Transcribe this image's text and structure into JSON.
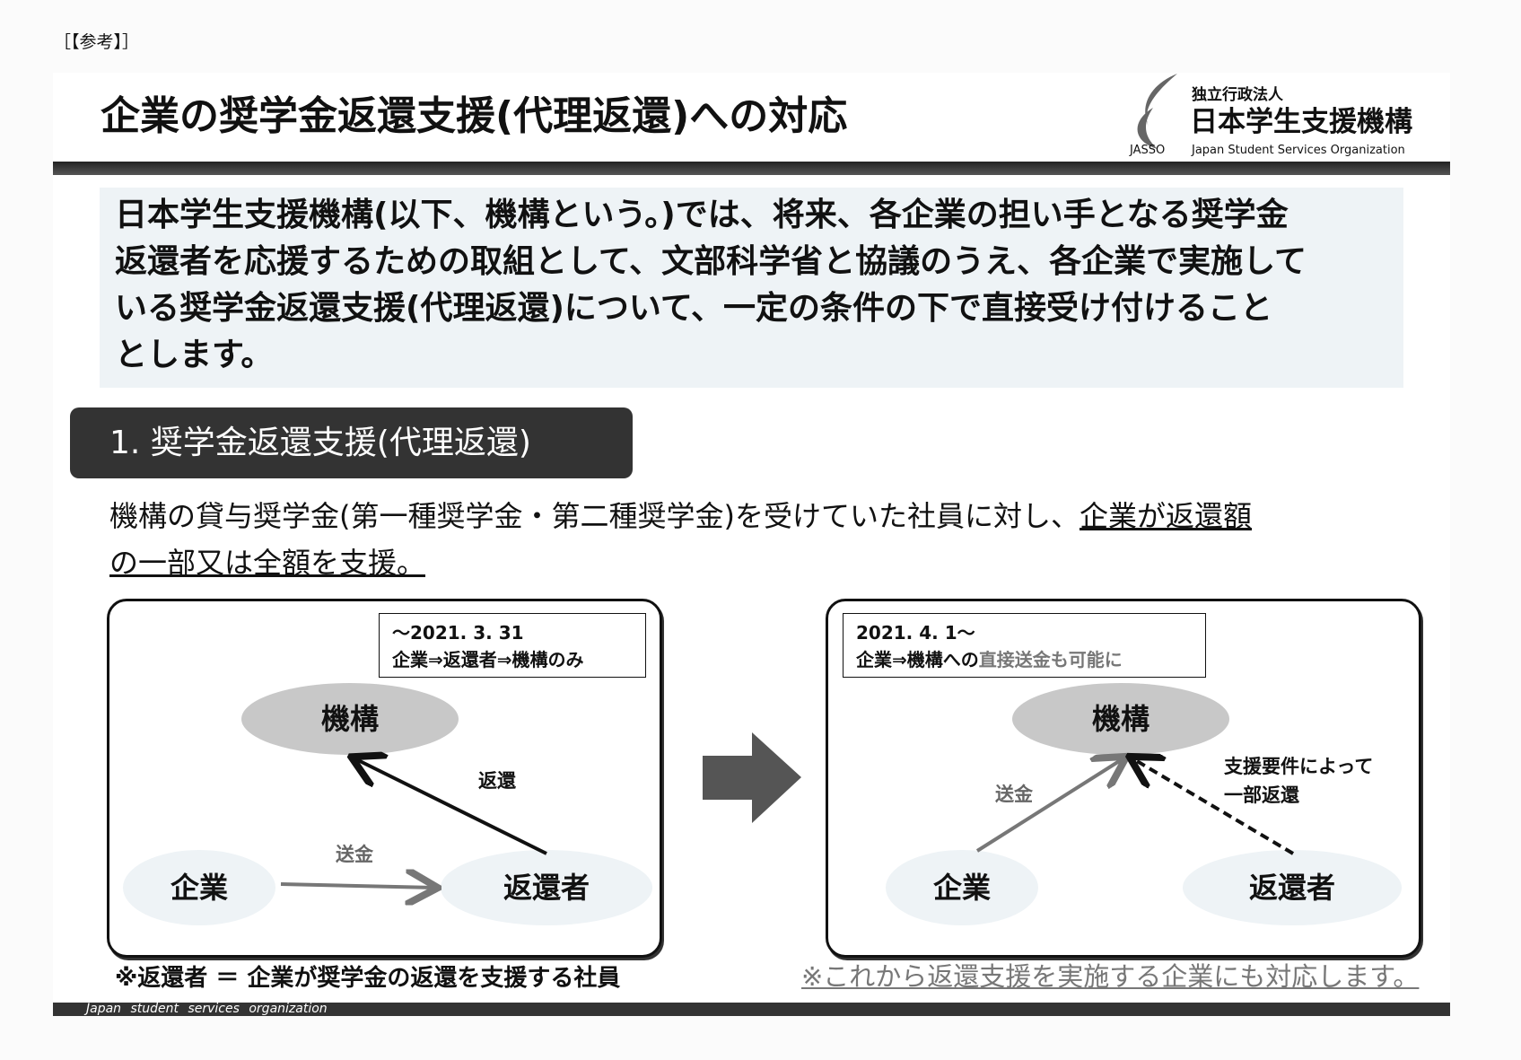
{
  "ref_label": "［【参考】］",
  "title": "企業の奨学金返還支援(代理返還)への対応",
  "logo": {
    "line1": "独立行政法人",
    "line2": "日本学生支援機構",
    "abbr": "JASSO",
    "english": "Japan Student Services Organization"
  },
  "intro_lines": [
    "日本学生支援機構(以下、機構という。)では、将来、各企業の担い手となる奨学金",
    "返還者を応援するための取組として、文部科学省と協議のうえ、各企業で実施して",
    "いる奨学金返還支援(代理返還)について、一定の条件の下で直接受け付けること",
    "とします。"
  ],
  "section_heading": "1. 奨学金返還支援(代理返還)",
  "body": {
    "line1_plain": "機構の貸与奨学金(第一種奨学金・第二種奨学金)を受けていた社員に対し、",
    "line1_underlined": "企業が返還額",
    "line2_underlined": "の一部又は全額を支援。"
  },
  "before": {
    "date": "～2021. 3. 31",
    "desc": "企業⇒返還者⇒機構のみ",
    "nodes": {
      "kikou": "機構",
      "kigyou": "企業",
      "henkansha": "返還者"
    },
    "arrow_labels": {
      "henkan": "返還",
      "soukin": "送金"
    }
  },
  "after": {
    "date": "2021. 4. 1～",
    "desc_plain": "企業⇒機構への",
    "desc_gray": "直接送金も可能に",
    "nodes": {
      "kikou": "機構",
      "kigyou": "企業",
      "henkansha": "返還者"
    },
    "arrow_labels": {
      "soukin": "送金",
      "partial_line1": "支援要件によって",
      "partial_line2": "一部返還"
    }
  },
  "footnote_left": "※返還者 ＝ 企業が奨学金の返還を支援する社員",
  "footnote_right": "※これから返還支援を実施する企業にも対応します。",
  "footer_text": "Japan student services organization",
  "colors": {
    "dark_bar": "#333333",
    "intro_bg": "#eef3f6",
    "node_kikou": "#c8c8c8",
    "node_light": "#eef3f6"
  }
}
